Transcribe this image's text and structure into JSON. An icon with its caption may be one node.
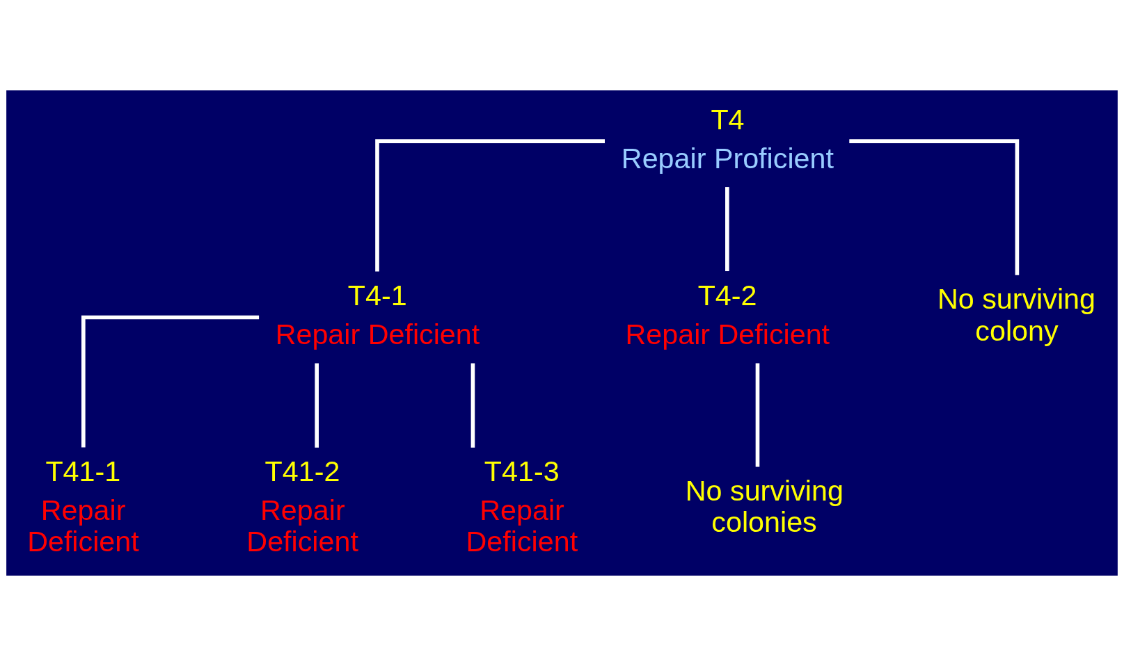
{
  "diagram": {
    "nodes": [
      {
        "text": [
          "T4",
          "Repair Proficient"
        ]
      },
      {
        "text": [
          "T4-1",
          "Repair Deficient"
        ]
      },
      {
        "text": [
          "T4-2",
          "Repair Deficient"
        ]
      },
      {
        "text": [
          "No surviving colony"
        ]
      },
      {
        "text": [
          "T41-1",
          "Repair Deficient"
        ]
      },
      {
        "text": [
          "T41-2",
          "Repair Deficient"
        ]
      },
      {
        "text": [
          "T41-3",
          "Repair Deficient"
        ]
      },
      {
        "text": [
          "No surviving colonies"
        ]
      }
    ],
    "edges": [
      {
        "from": 0,
        "to": 1,
        "arrow": "none"
      },
      {
        "from": 0,
        "to": 2,
        "arrow": "none"
      },
      {
        "from": 0,
        "to": 3,
        "arrow": "none"
      },
      {
        "from": 1,
        "to": 4,
        "arrow": "none"
      },
      {
        "from": 1,
        "to": 5,
        "arrow": "none"
      },
      {
        "from": 1,
        "to": 6,
        "arrow": "none"
      },
      {
        "from": 2,
        "to": 7,
        "arrow": "none"
      }
    ]
  }
}
